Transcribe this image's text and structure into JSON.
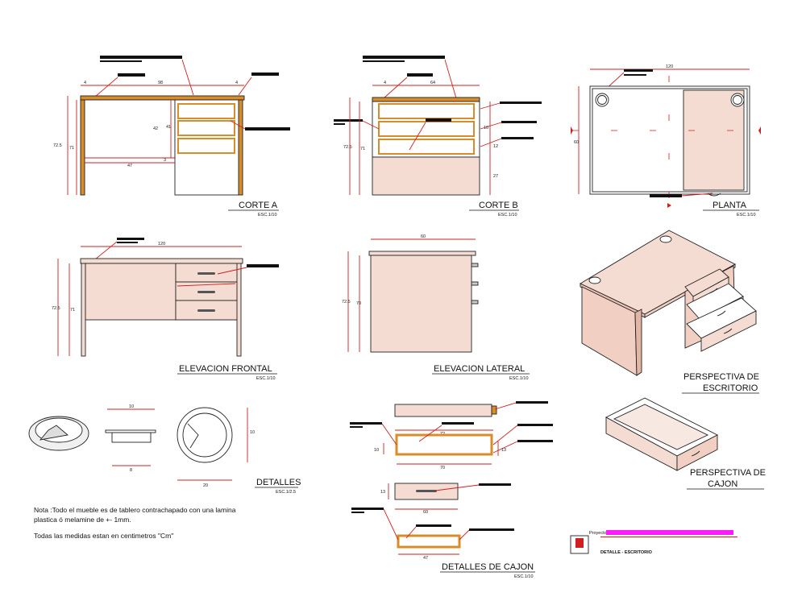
{
  "views": {
    "corte_a": {
      "title": "CORTE A",
      "scale": "ESC.1/10"
    },
    "corte_b": {
      "title": "CORTE B",
      "scale": "ESC.1/10"
    },
    "planta": {
      "title": "PLANTA",
      "scale": "ESC.1/10"
    },
    "elevacion_frontal": {
      "title": "ELEVACION FRONTAL",
      "scale": "ESC.1/10"
    },
    "elevacion_lateral": {
      "title": "ELEVACION LATERAL",
      "scale": "ESC.1/10"
    },
    "perspectiva_escritorio": {
      "title_line1": "PERSPECTIVA DE",
      "title_line2": "ESCRITORIO"
    },
    "detalles": {
      "title": "DETALLES",
      "scale": "ESC.1/2.5"
    },
    "detalles_cajon": {
      "title": "DETALLES DE CAJON",
      "scale": "ESC.1/10"
    },
    "perspectiva_cajon": {
      "title_line1": "PERSPECTIVA DE",
      "title_line2": "CAJON"
    }
  },
  "notes": {
    "line1": "Nota :Todo el mueble es de tablero contrachapado con una lamina",
    "line2": "plastica ó melamine de +- 1mm.",
    "line3": "Todas las medidas estan en centimetros \"Cm\""
  },
  "dimensions": {
    "corte_a": {
      "d_4a": "4",
      "d_98": "98",
      "d_4b": "4",
      "d_725": "72.5",
      "d_71": "71",
      "d_47": "47",
      "d_3": "3",
      "d_42": "42",
      "d_41": "41"
    },
    "corte_b": {
      "d_4": "4",
      "d_64": "64",
      "d_725": "72.5",
      "d_71": "71",
      "d_10": "10",
      "d_12": "12",
      "d_27": "27"
    },
    "planta": {
      "d_120": "120",
      "d_60": "60"
    },
    "elev_frontal": {
      "d_120": "120",
      "d_725": "72.5",
      "d_71": "71"
    },
    "elev_lateral": {
      "d_60": "60",
      "d_725": "72.5",
      "d_70": "70"
    },
    "detalles": {
      "d_10": "10",
      "d_8": "8",
      "d_14": "10",
      "d_20": "20"
    },
    "cajon": {
      "d_72": "72",
      "d_70": "70",
      "d_10": "10",
      "d_13": "13",
      "d_60": "60",
      "d_47": "47",
      "d_13b": "13"
    }
  },
  "cartouche": {
    "project_label": "Proyecto:",
    "detail_label": "DETALLE - ESCRITORIO"
  },
  "colors": {
    "line": "#d11f1f",
    "panel": "#f5dcd2",
    "wood": "#d98c2a",
    "magenta": "#ff19ff"
  }
}
